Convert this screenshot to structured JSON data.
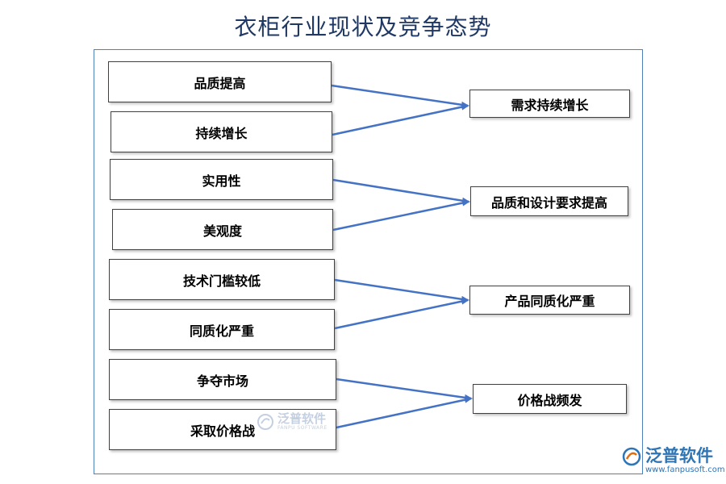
{
  "title": "衣柜行业现状及竞争态势",
  "groups": [
    {
      "causes": [
        "品质提高",
        "持续增长"
      ],
      "result": "需求持续增长"
    },
    {
      "causes": [
        "实用性",
        "美观度"
      ],
      "result": "品质和设计要求提高"
    },
    {
      "causes": [
        "技术门槛较低",
        "同质化严重"
      ],
      "result": "产品同质化严重"
    },
    {
      "causes": [
        "争夺市场",
        "采取价格战"
      ],
      "result": "价格战频发"
    }
  ],
  "watermark": {
    "name": "泛普软件",
    "sub": "FANPU SOFTWARE"
  },
  "logo": {
    "name": "泛普软件",
    "url": "www.fanpusoft.com"
  },
  "colors": {
    "title": "#1f3864",
    "frame": "#4f81bd",
    "arrow": "#4472c4",
    "brand": "#2e75b6"
  }
}
